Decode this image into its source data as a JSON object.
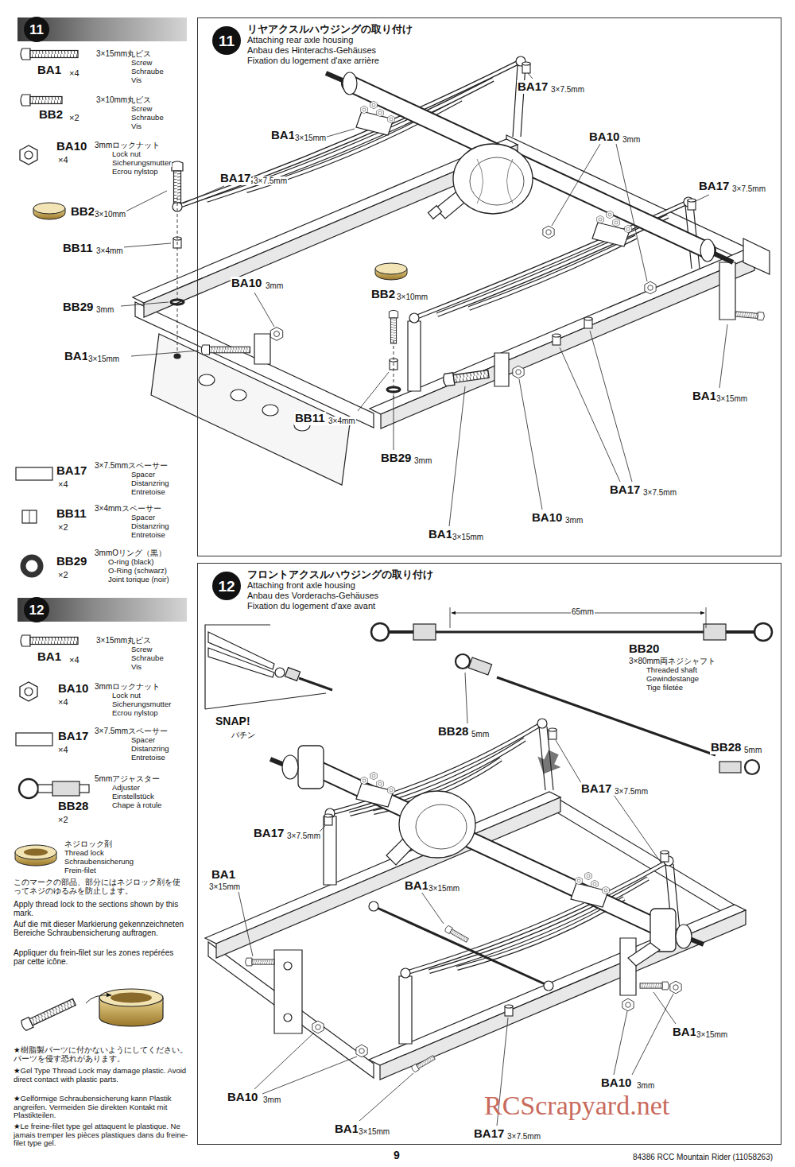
{
  "diagram": {
    "nodes": [
      {
        "text": [
          "11"
        ]
      },
      {
        "text": [
          "リヤアクスルハウジングの取り付け",
          "Attaching rear axle housing",
          "Anbau des Hinterachs-Gehäuses",
          "Fixation du logement d'axe arrière"
        ]
      },
      {
        "text": [
          "11"
        ],
        "in": 1
      },
      {
        "text": [
          "12"
        ]
      },
      {
        "text": [
          "フロントアクスルハウジングの取り付け",
          "Attaching front axle housing",
          "Anbau des Vorderachs-Gehäuses",
          "Fixation du logement d'axe avant"
        ]
      },
      {
        "text": [
          "12"
        ],
        "in": 4
      }
    ],
    "labels": [
      "BA1",
      "×4",
      "3×15mm丸ビス",
      "Screw",
      "Schraube",
      "Vis",
      "BB2",
      "×2",
      "3×10mm丸ビス",
      "Screw",
      "Schraube",
      "Vis",
      "BA10",
      "×4",
      "3mmロックナット",
      "Lock nut",
      "Sicherungsmutter",
      "Ecrou nylstop",
      "BB2",
      "3×10mm",
      "BB11",
      "3×4mm",
      "BB29",
      "3mm",
      "BA1",
      "3×15mm",
      "BA17",
      "×4",
      "3×7.5mmスペーサー",
      "Spacer",
      "Distanzring",
      "Entretoise",
      "BB11",
      "×2",
      "3×4mmスペーサー",
      "Spacer",
      "Distanzring",
      "Entretoise",
      "BB29",
      "×2",
      "3mmOリング（黒）",
      "O-ring (black)",
      "O-Ring (schwarz)",
      "Joint torique (noir)",
      "BA1",
      "×4",
      "3×15mm丸ビス",
      "Screw",
      "Schraube",
      "Vis",
      "BA10",
      "×4",
      "3mmロックナット",
      "Lock nut",
      "Sicherungsmutter",
      "Ecrou nylstop",
      "BA17",
      "×4",
      "3×7.5mmスペーサー",
      "Spacer",
      "Distanzring",
      "Entretoise",
      "BB28",
      "×2",
      "5mmアジャスター",
      "Adjuster",
      "Einstellstück",
      "Chape à rotule",
      "ネジロック剤",
      "Thread lock",
      "Schraubensicherung",
      "Frein-filet",
      "このマークの部品、部分にはネジロック剤を使ってネジのゆるみを防止します。",
      "Apply thread lock to the sections shown by this mark.",
      "Auf die mit dieser Markierung gekennzeichneten Bereiche Schraubensicherung auftragen.",
      "Appliquer du frein-filet sur les zones repérées par cette icône.",
      "★樹脂製パーツに付かないようにしてください。パーツを侵す恐れがあります。",
      "★Gel Type Thread Lock may damage plastic. Avoid direct contact with plastic parts.",
      "★Gelförmige Schraubensicherung kann Plastik angreifen. Vermeiden Sie direkten Kontakt mit Plastikteilen.",
      "★Le freine-filet type gel attaquent le plastique. Ne jamais tremper les pièces plastiques dans du freine-filet type gel.",
      "BA17",
      "3×7.5mm",
      "BA1",
      "3×15mm",
      "BA10",
      "3mm",
      "BA17",
      "3×7.5mm",
      "BA17",
      "3×7.5mm",
      "BA10",
      "3mm",
      "BB2",
      "3×10mm",
      "BB11",
      "3×4mm",
      "BB29",
      "3mm",
      "BA1",
      "3×15mm",
      "BA17",
      "3×7.5mm",
      "BA10",
      "3mm",
      "BA1",
      "3×15mm",
      "65mm",
      "BB20",
      "3×80mm両ネジシャフト",
      "Threaded shaft",
      "Gewindestange",
      "Tige filetée",
      "BB28",
      "5mm",
      "BB28",
      "5mm",
      "SNAP!",
      "パチン",
      "BA17",
      "3×7.5mm",
      "BA17",
      "3×7.5mm",
      "BA1",
      "3×15mm",
      "BA1",
      "3×15mm",
      "BA1",
      "3×15mm",
      "BA10",
      "3mm",
      "BA10",
      "3mm",
      "BA1",
      "3×15mm",
      "BA17",
      "3×7.5mm",
      "9",
      "84386 RCC Mountain Rider (11058263)",
      "RCScrapyard.net"
    ]
  }
}
